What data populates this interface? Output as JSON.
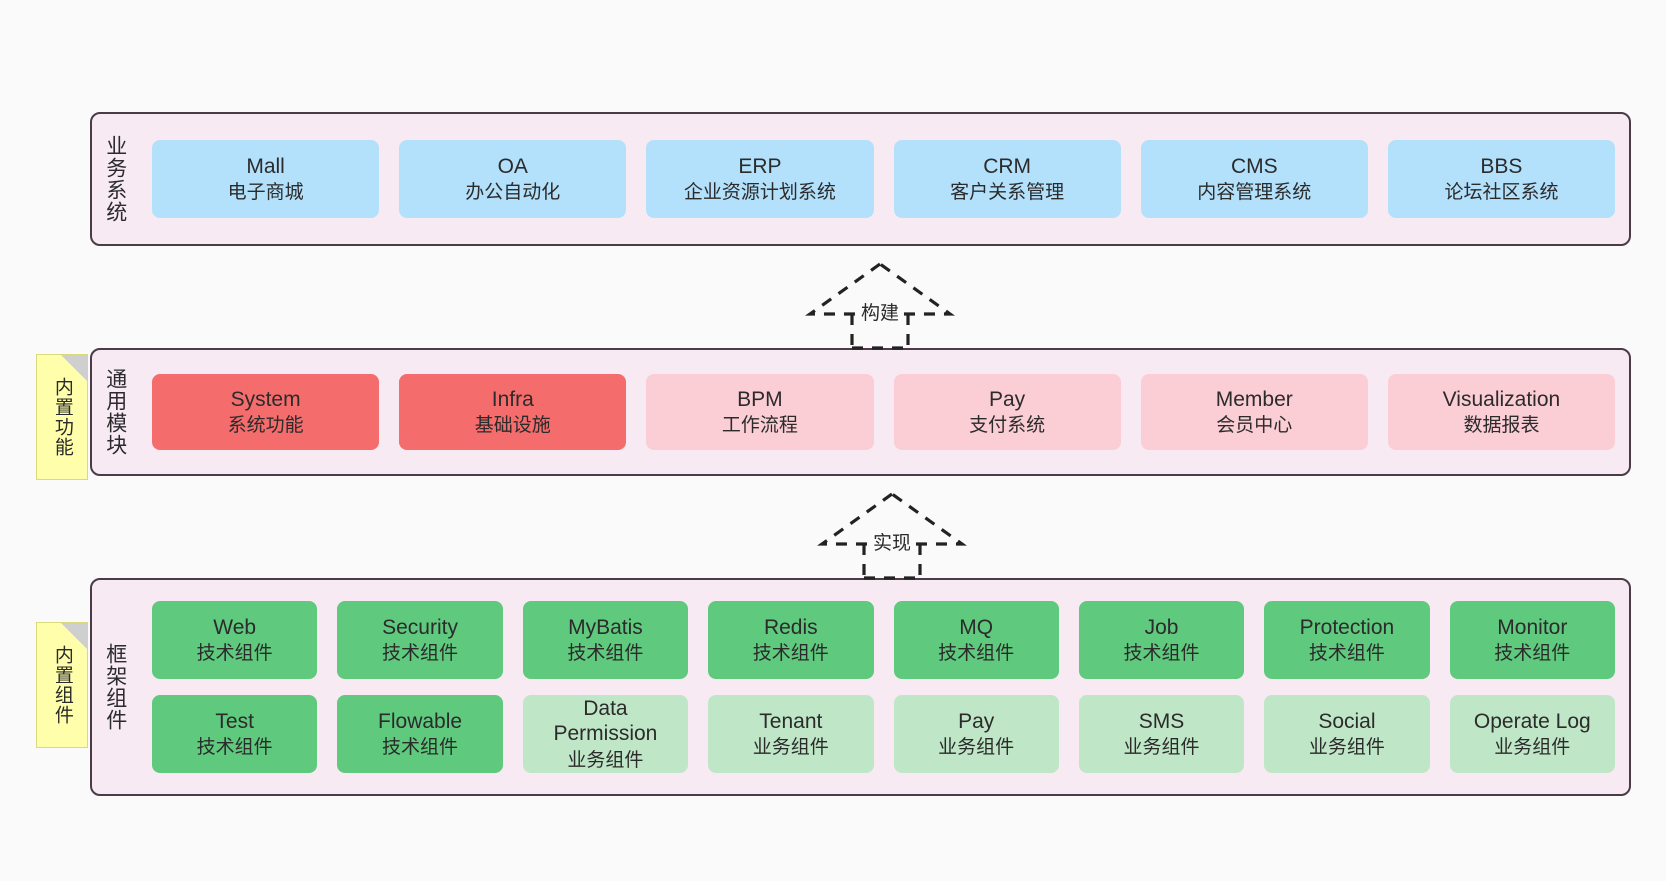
{
  "diagram": {
    "background": "#fafafa",
    "panel_bg": "#f7eaf3",
    "panel_border": "#4a3b46",
    "sticky_bg": "#ffffab"
  },
  "layers": [
    {
      "key": "business",
      "title": "业务系统",
      "sticky": null,
      "rows": [
        {
          "nodes": [
            {
              "name": "Mall",
              "sub": "电子商城",
              "color": "#b3e0fb",
              "tone": "c-blue"
            },
            {
              "name": "OA",
              "sub": "办公自动化",
              "color": "#b3e0fb",
              "tone": "c-blue"
            },
            {
              "name": "ERP",
              "sub": "企业资源计划系统",
              "color": "#b3e0fb",
              "tone": "c-blue"
            },
            {
              "name": "CRM",
              "sub": "客户关系管理",
              "color": "#b3e0fb",
              "tone": "c-blue"
            },
            {
              "name": "CMS",
              "sub": "内容管理系统",
              "color": "#b3e0fb",
              "tone": "c-blue"
            },
            {
              "name": "BBS",
              "sub": "论坛社区系统",
              "color": "#b3e0fb",
              "tone": "c-blue"
            }
          ]
        }
      ]
    },
    {
      "key": "common-module",
      "title": "通用模块",
      "sticky": "内置功能",
      "rows": [
        {
          "nodes": [
            {
              "name": "System",
              "sub": "系统功能",
              "color": "#f56c6c",
              "tone": "c-red"
            },
            {
              "name": "Infra",
              "sub": "基础设施",
              "color": "#f56c6c",
              "tone": "c-red"
            },
            {
              "name": "BPM",
              "sub": "工作流程",
              "color": "#fbcdd5",
              "tone": "c-pink"
            },
            {
              "name": "Pay",
              "sub": "支付系统",
              "color": "#fbcdd5",
              "tone": "c-pink"
            },
            {
              "name": "Member",
              "sub": "会员中心",
              "color": "#fbcdd5",
              "tone": "c-pink"
            },
            {
              "name": "Visualization",
              "sub": "数据报表",
              "color": "#fbcdd5",
              "tone": "c-pink"
            }
          ]
        }
      ]
    },
    {
      "key": "framework-component",
      "title": "框架组件",
      "sticky": "内置组件",
      "rows": [
        {
          "nodes": [
            {
              "name": "Web",
              "sub": "技术组件",
              "color": "#5fc97e",
              "tone": "c-green"
            },
            {
              "name": "Security",
              "sub": "技术组件",
              "color": "#5fc97e",
              "tone": "c-green"
            },
            {
              "name": "MyBatis",
              "sub": "技术组件",
              "color": "#5fc97e",
              "tone": "c-green"
            },
            {
              "name": "Redis",
              "sub": "技术组件",
              "color": "#5fc97e",
              "tone": "c-green"
            },
            {
              "name": "MQ",
              "sub": "技术组件",
              "color": "#5fc97e",
              "tone": "c-green"
            },
            {
              "name": "Job",
              "sub": "技术组件",
              "color": "#5fc97e",
              "tone": "c-green"
            },
            {
              "name": "Protection",
              "sub": "技术组件",
              "color": "#5fc97e",
              "tone": "c-green"
            },
            {
              "name": "Monitor",
              "sub": "技术组件",
              "color": "#5fc97e",
              "tone": "c-green"
            }
          ]
        },
        {
          "nodes": [
            {
              "name": "Test",
              "sub": "技术组件",
              "color": "#5fc97e",
              "tone": "c-green"
            },
            {
              "name": "Flowable",
              "sub": "技术组件",
              "color": "#5fc97e",
              "tone": "c-green"
            },
            {
              "name": "Data Permission",
              "sub": "业务组件",
              "color": "#bfe6c6",
              "tone": "c-lightgreen"
            },
            {
              "name": "Tenant",
              "sub": "业务组件",
              "color": "#bfe6c6",
              "tone": "c-lightgreen"
            },
            {
              "name": "Pay",
              "sub": "业务组件",
              "color": "#bfe6c6",
              "tone": "c-lightgreen"
            },
            {
              "name": "SMS",
              "sub": "业务组件",
              "color": "#bfe6c6",
              "tone": "c-lightgreen"
            },
            {
              "name": "Social",
              "sub": "业务组件",
              "color": "#bfe6c6",
              "tone": "c-lightgreen"
            },
            {
              "name": "Operate Log",
              "sub": "业务组件",
              "color": "#bfe6c6",
              "tone": "c-lightgreen"
            }
          ]
        }
      ]
    }
  ],
  "connectors": [
    {
      "key": "build",
      "label": "构建"
    },
    {
      "key": "implement",
      "label": "实现"
    }
  ]
}
